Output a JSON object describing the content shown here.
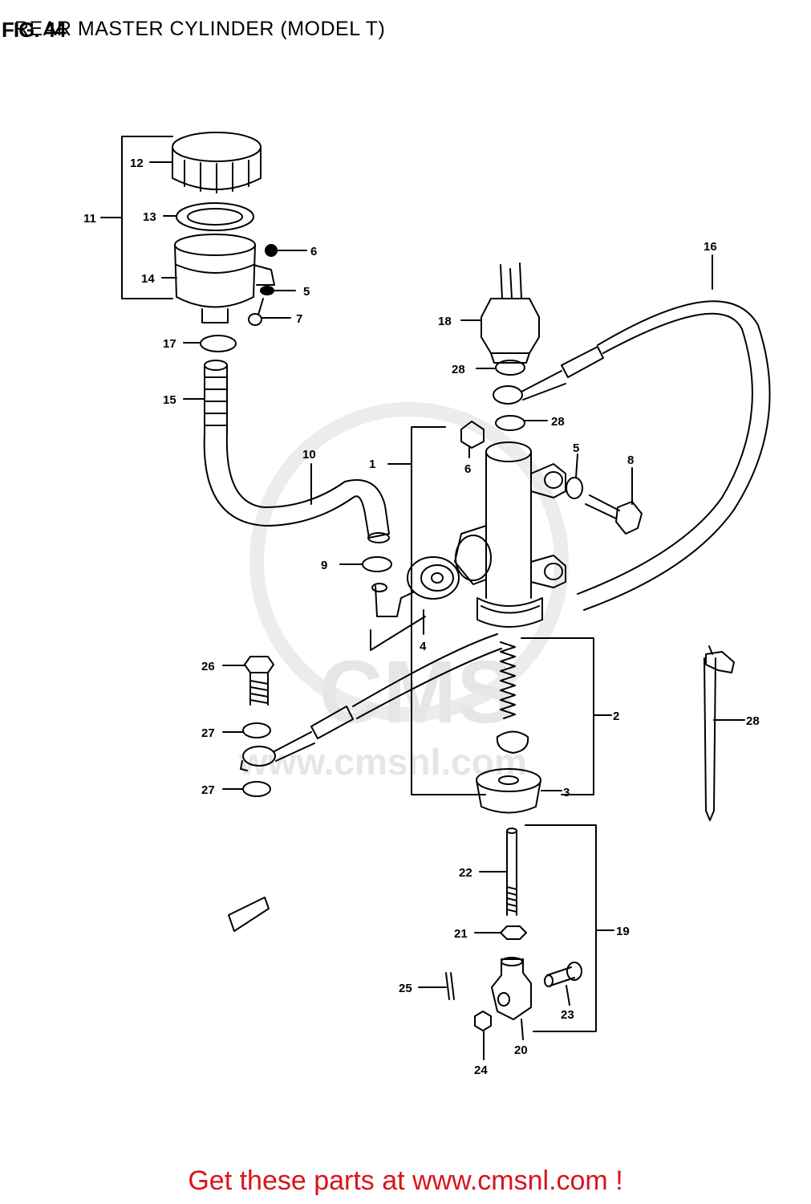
{
  "figure": {
    "number": "FIG. 44",
    "title": "REAR MASTER CYLINDER (MODEL T)"
  },
  "watermark": {
    "brand": "CMS",
    "url": "www.cmsnl.com"
  },
  "callouts": [
    "1",
    "2",
    "3",
    "4",
    "5",
    "5",
    "6",
    "6",
    "7",
    "8",
    "9",
    "10",
    "11",
    "12",
    "13",
    "14",
    "15",
    "16",
    "17",
    "18",
    "19",
    "20",
    "21",
    "22",
    "23",
    "24",
    "25",
    "26",
    "27",
    "27",
    "28",
    "28",
    "28"
  ],
  "footer": {
    "link_text": "Get these parts at www.cmsnl.com !",
    "link_color": "#d9141b"
  }
}
